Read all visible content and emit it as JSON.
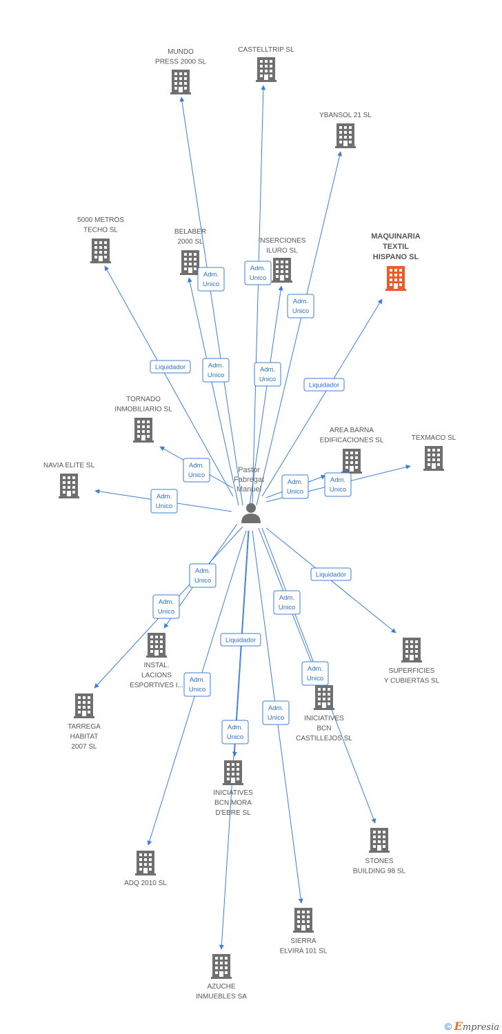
{
  "center": {
    "label_lines": [
      "Pastor",
      "Fabregat",
      "Manuel"
    ],
    "icon": "person-icon"
  },
  "colors": {
    "edge": "#3a7fd5",
    "building": "#6f6f6f",
    "highlight": "#f05a28",
    "edge_label_text": "#2a72c8"
  },
  "nodes": [
    {
      "id": "mundo",
      "lines": [
        "MUNDO",
        "PRESS 2000 SL"
      ],
      "icon": "building-icon"
    },
    {
      "id": "castelltrip",
      "lines": [
        "CASTELLTRIP SL"
      ],
      "icon": "building-icon"
    },
    {
      "id": "ybansol",
      "lines": [
        "YBANSOL 21 SL"
      ],
      "icon": "building-icon"
    },
    {
      "id": "5000metros",
      "lines": [
        "5000 METROS",
        "TECHO SL"
      ],
      "icon": "building-icon"
    },
    {
      "id": "belaber",
      "lines": [
        "BELABER",
        "2000 SL"
      ],
      "icon": "building-icon"
    },
    {
      "id": "inserciones",
      "lines": [
        "INSERCIONES",
        "ILURO  SL"
      ],
      "icon": "building-icon"
    },
    {
      "id": "maquinaria",
      "lines": [
        "MAQUINARIA",
        "TEXTIL",
        "HISPANO SL"
      ],
      "icon": "building-icon",
      "highlight": true
    },
    {
      "id": "tornado",
      "lines": [
        "TORNADO",
        "INMOBILIARIO SL"
      ],
      "icon": "building-icon"
    },
    {
      "id": "navia",
      "lines": [
        "NAVIA ELITE SL"
      ],
      "icon": "building-icon"
    },
    {
      "id": "areabarna",
      "lines": [
        "AREA BARNA",
        "EDIFICACIONES SL"
      ],
      "icon": "building-icon"
    },
    {
      "id": "texmaco",
      "lines": [
        "TEXMACO SL"
      ],
      "icon": "building-icon"
    },
    {
      "id": "instal",
      "lines": [
        "INSTAL.",
        "LACIONS",
        "ESPORTIVES I..."
      ],
      "icon": "building-icon"
    },
    {
      "id": "tarrega",
      "lines": [
        "TARREGA",
        "HABITAT",
        "2007 SL"
      ],
      "icon": "building-icon"
    },
    {
      "id": "superficies",
      "lines": [
        "SUPERFICIES",
        "Y CUBIERTAS SL"
      ],
      "icon": "building-icon"
    },
    {
      "id": "castillejos",
      "lines": [
        "INICIATIVES",
        "BCN",
        "CASTILLEJOS SL"
      ],
      "icon": "building-icon"
    },
    {
      "id": "mora",
      "lines": [
        "INICIATIVES",
        "BCN MORA",
        "D'EBRE SL"
      ],
      "icon": "building-icon"
    },
    {
      "id": "stones",
      "lines": [
        "STONES",
        "BUILDING 98 SL"
      ],
      "icon": "building-icon"
    },
    {
      "id": "adq",
      "lines": [
        "ADQ 2010 SL"
      ],
      "icon": "building-icon"
    },
    {
      "id": "sierra",
      "lines": [
        "SIERRA",
        "ELVIRA 101 SL"
      ],
      "icon": "building-icon"
    },
    {
      "id": "azuche",
      "lines": [
        "AZUCHE",
        "INMUEBLES SA"
      ],
      "icon": "building-icon"
    }
  ],
  "edges": [
    {
      "to": "mundo",
      "label": [
        "Adm.",
        "Unico"
      ]
    },
    {
      "to": "castelltrip",
      "label": [
        "Adm.",
        "Unico"
      ]
    },
    {
      "to": "ybansol",
      "label": [
        "Adm.",
        "Unico"
      ]
    },
    {
      "to": "5000metros",
      "label": [
        "Liquidador"
      ]
    },
    {
      "to": "belaber",
      "label": [
        "Adm.",
        "Unico"
      ]
    },
    {
      "to": "inserciones",
      "label": [
        "Adm.",
        "Unico"
      ]
    },
    {
      "to": "maquinaria",
      "label": [
        "Liquidador"
      ]
    },
    {
      "to": "tornado",
      "label": [
        "Adm.",
        "Unico"
      ]
    },
    {
      "to": "navia",
      "label": [
        "Adm.",
        "Unico"
      ]
    },
    {
      "to": "areabarna",
      "label": [
        "Adm.",
        "Unico"
      ]
    },
    {
      "to": "texmaco",
      "label": [
        "Adm.",
        "Unico"
      ]
    },
    {
      "to": "instal",
      "label": [
        "Adm.",
        "Unico"
      ]
    },
    {
      "to": "tarrega",
      "label": [
        "Adm.",
        "Unico"
      ]
    },
    {
      "to": "superficies",
      "label": [
        "Liquidador"
      ]
    },
    {
      "to": "castillejos",
      "label": [
        "Adm.",
        "Unico"
      ]
    },
    {
      "to": "mora",
      "label": [
        "Liquidador"
      ]
    },
    {
      "to": "stones",
      "label": [
        "Adm.",
        "Unico"
      ]
    },
    {
      "to": "adq",
      "label": [
        "Adm.",
        "Unico"
      ]
    },
    {
      "to": "sierra",
      "label": [
        "Adm.",
        "Unico"
      ]
    },
    {
      "to": "azuche",
      "label": [
        "Adm.",
        "Unico"
      ]
    }
  ],
  "footer": {
    "copyright": "©",
    "brand_initial": "E",
    "brand_rest": "mpresia"
  }
}
